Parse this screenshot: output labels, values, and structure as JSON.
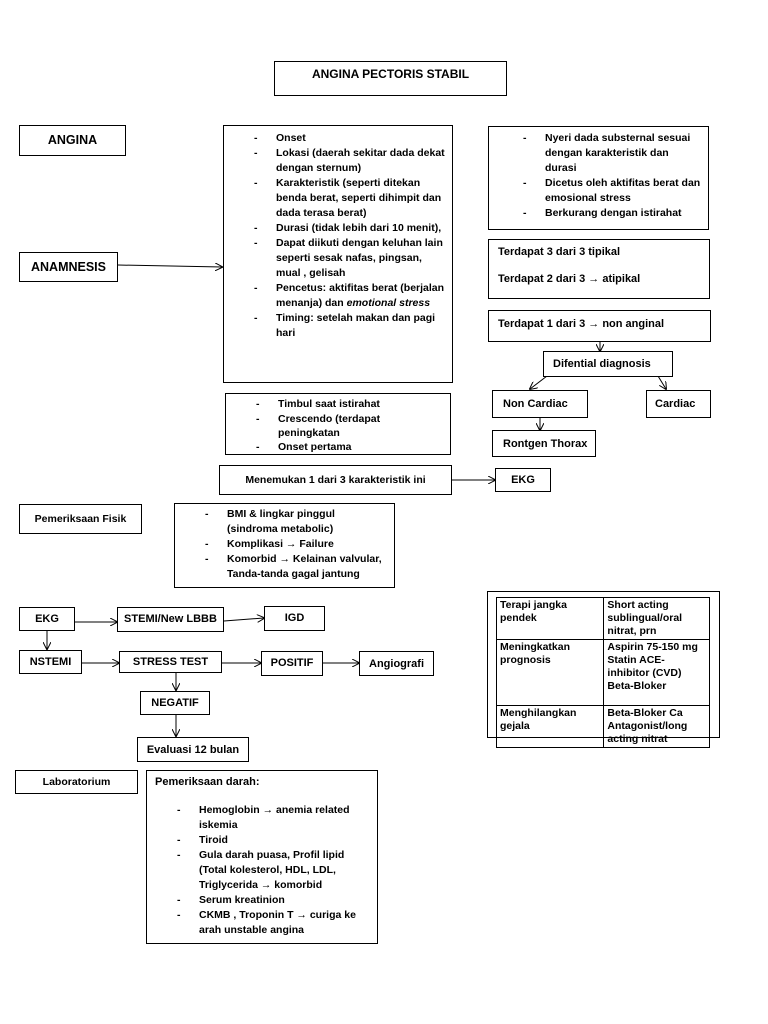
{
  "title": "ANGINA PECTORIS STABIL",
  "angina": "ANGINA",
  "anamnesis": "ANAMNESIS",
  "anamnesis_items": [
    "Onset",
    "Lokasi (daerah sekitar dada dekat dengan sternum)",
    "Karakteristik (seperti ditekan benda berat, seperti dihimpit dan dada terasa berat)",
    "Durasi (tidak lebih dari 10 menit),",
    "Dapat diikuti dengan keluhan lain seperti sesak nafas, pingsan, mual , gelisah",
    "Pencetus: aktifitas berat (berjalan menanja) dan",
    "emotional stress",
    "Timing: setelah makan dan pagi hari"
  ],
  "typical_criteria": [
    "Nyeri dada substernal sesuai dengan karakteristik dan durasi",
    "Dicetus oleh aktifitas berat dan emosional stress",
    "Berkurang dengan istirahat"
  ],
  "tipikal": "Terdapat 3 dari 3 tipikal",
  "atipikal": "Terdapat 2 dari 3 → atipikal",
  "nonanginal": "Terdapat 1 dari 3 → non anginal",
  "difential": "Difential diagnosis",
  "non_cardiac": "Non Cardiac",
  "cardiac": "Cardiac",
  "rontgen": "Rontgen Thorax",
  "unstable_items": [
    "Timbul saat istirahat",
    "Crescendo (terdapat peningkatan",
    "Onset pertama"
  ],
  "menemukan": "Menemukan 1 dari 3 karakteristik ini",
  "ekg_top": "EKG",
  "pemeriksaan_fisik": "Pemeriksaan Fisik",
  "fisik_items": [
    "BMI & lingkar pinggul (sindroma metabolic)",
    "Komplikasi → Failure",
    "Komorbid → Kelainan valvular, Tanda-tanda gagal jantung"
  ],
  "flow": {
    "ekg": "EKG",
    "stemi": "STEMI/New LBBB",
    "igd": "IGD",
    "nstemi": "NSTEMI",
    "stress": "STRESS TEST",
    "positif": "POSITIF",
    "angiografi": "Angiografi",
    "negatif": "NEGATIF",
    "evaluasi": "Evaluasi 12 bulan"
  },
  "therapy": [
    {
      "label": "Terapi jangka pendek",
      "value": "Short acting sublingual/oral nitrat, prn"
    },
    {
      "label": "Meningkatkan prognosis",
      "value": "Aspirin 75-150 mg Statin ACE-inhibitor (CVD) Beta-Bloker"
    },
    {
      "label": "Menghilangkan gejala",
      "value": "Beta-Bloker Ca Antagonist/long acting nitrat"
    }
  ],
  "laboratorium": "Laboratorium",
  "pemeriksaan_darah": "Pemeriksaan darah:",
  "lab_items": [
    "Hemoglobin → anemia related iskemia",
    "Tiroid",
    "Gula darah puasa, Profil lipid (Total kolesterol, HDL, LDL, Triglycerida → komorbid",
    "Serum kreatinion",
    "CKMB , Troponin T → curiga ke arah unstable angina"
  ]
}
